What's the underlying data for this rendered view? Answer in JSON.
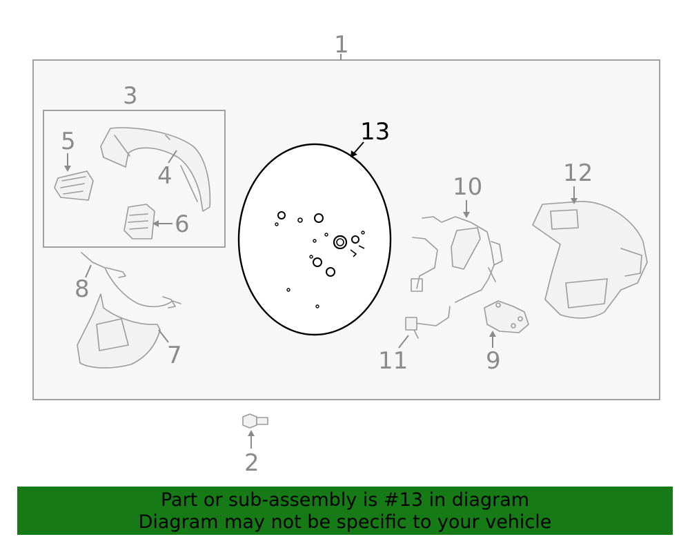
{
  "callouts": {
    "c1": "1",
    "c2": "2",
    "c3": "3",
    "c4": "4",
    "c5": "5",
    "c6": "6",
    "c7": "7",
    "c8": "8",
    "c9": "9",
    "c10": "10",
    "c11": "11",
    "c12": "12",
    "c13": "13"
  },
  "banner": {
    "line1": "Part or sub-assembly is #13 in diagram",
    "line2": "Diagram may not be specific to your vehicle"
  },
  "colors": {
    "banner_background": "#167a16",
    "highlight": "#000000",
    "parts": "#9a9a9a"
  }
}
